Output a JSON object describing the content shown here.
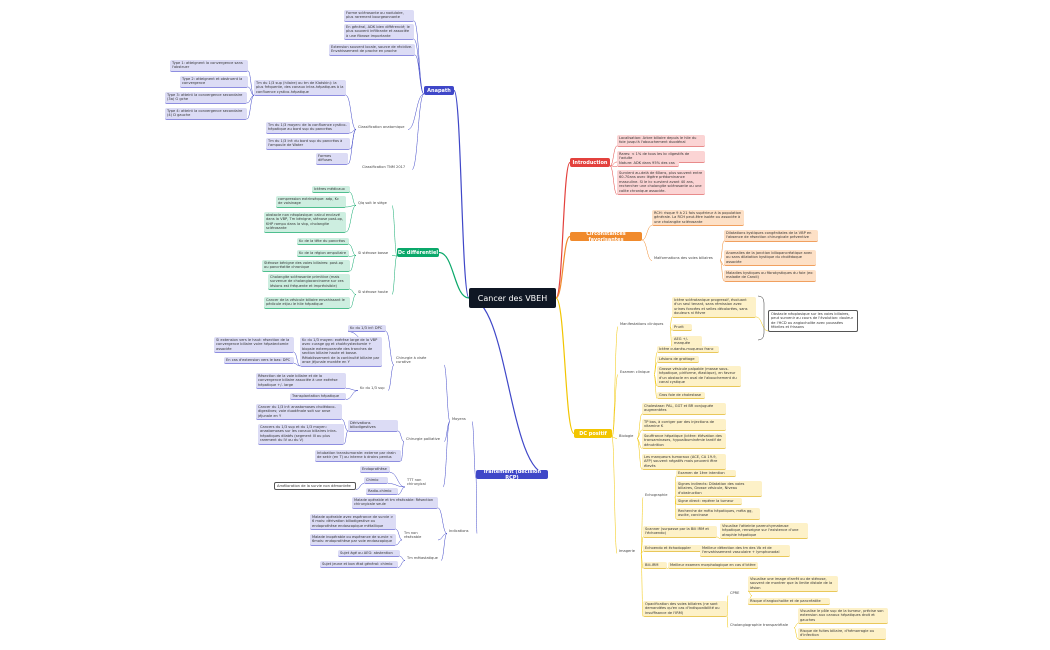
{
  "root": "Cancer des VBEH",
  "colors": {
    "blue": "#3f47c8",
    "green": "#0aa86a",
    "red": "#e3413d",
    "orange": "#f08a2c",
    "yellow": "#f2c500"
  },
  "anapath": {
    "label": "Anapath",
    "items": [
      "Forme sclérosante ou nodulaire, plus rarement bourgeonnante",
      "En général, ADK bien différencié; le plus souvent infiltrante et associée à une fibrose importante",
      "Extension souvent locale, source de récidive. Envahissement de proche en proche",
      "Tm du 1/3 sup (hilaire) ou tm de Klatskin): la plus fréquente, des canaux intra-hépatiques à la confluence cystico-hépatique",
      "Type 1: atteignent la convergence sans l'obstruer",
      "Type 2: atteignent et obstruent la convergence",
      "Type 3: atteint la convergence secondaire (3a) G gche",
      "Type 4: atteint la convergence secondaire (4) D gauche",
      "Classification anatomique",
      "Tm du 1/3 moyen: de la confluence cystico-hépatique au bord sup du pancréas",
      "Tm du 1/3 inf: du bord sup du pancréas à l'ampoule de Water",
      "Formes diffuses",
      "Classification TNM 2017"
    ]
  },
  "dc_diff": {
    "label": "Dc différentiel",
    "items": [
      "Ictères médicaux",
      "Qlq soit le siège",
      "compression extrinsèque: adp, Kc de voisinage",
      "obstacle non néoplasique: calcul enclavé dans la VBP, Tm bénigne, sténose post-op, KHP rompu dans la vbp, cholangite sclérosante",
      "Kc de la tête du pancréas",
      "Si sténose basse",
      "Kc de la région ampullaire",
      "Sténose bénigne des voies biliaires: post-op ou pancréatite chronique",
      "Si sténose haute",
      "Cholangite sclérosante primitive (mais survenue de cholangiocarcinome sur ces lésions est fréquente et imprévisible)",
      "Cancer de la vésicule biliaire envahissant le pédicule et/ou le hile hépatique"
    ]
  },
  "traitement": {
    "label": "Traitement (décision RCP)",
    "items": [
      "Kc du 1/3 inf: DPC",
      "Si extension vers le haut: résection de la convergence biliaire voire hépatectomie associée",
      "Kc du 1/3 moyen: exérèse large de la VBP avec curage gg et cholécystectomie + biopsie extemporanée des tranches de section biliaire haute et basse. Rétablissement de la continuité biliaire par anse jéjunale montée en Y",
      "En cas d'extension vers le bas: DPC",
      "Chirurgie à visée curative",
      "Kc du 1/3 sup",
      "Résection de la voie biliaire et de la convergence biliaire associée à une exérèse hépatique +/- large",
      "Transplantation hépatique",
      "Dérivations biliodigestives",
      "Cancer du 1/3 inf: anastomoses cholédoco-digestives; voie duodénale soit sur anse jéjunale en Y",
      "Cancers du 1/3 sup et du 1/3 moyen: anastomoses sur les canaux biliaires intra-hépatiques dilatés (segment III ou plus rarement du IV ou du V)",
      "Chirurgie palliative",
      "Moyens",
      "Intubation transtumorale: externe par drain de sekir (en T) ou interne à drains perdus",
      "Endoprothèse",
      "Chimio",
      "Amélioration de la survie non démontrée",
      "TTT non chirurgical",
      "Radio-chimio",
      "Malade opérable et tm résécable: Résection chirurgicale seule",
      "Malade opérable avec espérance de survie > 6 mois: dérivation biliodigestive ou endoprothèse endoscopique métallique",
      "Tm non résécable",
      "Indications",
      "Malade inopérable ou espérance de survie < 6mois: endoprothèse par voie endoscopique",
      "Sujet âgé ou AEG: abstention",
      "Tm métastatique",
      "Sujet jeune et bon état général: chimio"
    ]
  },
  "intro": {
    "label": "Introduction",
    "items": [
      "Localisation: Arbre biliaire depuis le hile du foie jusqu'à l'abouchement duodénal",
      "Rares: < 1% de tous les kc digestifs de l'adulte",
      "Nature: ADK dans 95% des cas",
      "Survient au-delà de 60ans, plus souvent entre 60-70ans avec légère prédominance masculine. Si le kc survient avant 40 ans, rechercher une cholangite sclérosante ou une colite chronique associée."
    ]
  },
  "circonstances": {
    "label": "Circonstances favorisantes",
    "items": [
      "RCH: risque 9 à 21 fois supérieur à la population générale. La RCH peut-être isolée ou associée à une cholangite sclérosante",
      "Dilatations kystiques congénitales de la VBP en l'absence de résection chirurgicale préventive",
      "Malformations des voies biliaires",
      "Anomalies de la jonction biliopancréatique avec ou sans dilatation kystique du cholédoque associée",
      "Maladies kystiques ou fibrokystiques du foie (ex: maladie de Caroli)"
    ]
  },
  "dc_positif": {
    "label": "DC positif",
    "items": [
      "Ictère sclérotanique progressif, évoluant d'un seul tenant, sans rémission avec urines foncées et selles décolorées, sans douleurs ni fièvre",
      "Obstacle néoplasique sur les voies biliaires, peut survenir au cours de l'évolution: douleur de l'HCD ou angiocholite avec poussées fébriles et frissons",
      "Manifestations cliniques",
      "Prurit",
      "AEG +/- marquée",
      "Ictère cutanéo-muqueux franc",
      "Lésions de grattage",
      "Examen clinique",
      "Grosse vésicule palpable (masse sous-hépatique, piriforme, élastique), en faveur d'un obstacle en aval de l'abouchement du canal cystique",
      "Gros foie de cholestase",
      "Cholestase: PAL, GGT et BR conjuguée augmentées",
      "TP bas, à corriger par des injections de vitamine K",
      "Biologie",
      "Souffrance hépatique (ictère: élévation des transaminases, hypoalbuminémie tardif de dénutrition",
      "Les marqueurs tumoraux (ACE, CA 19-9, AFP) souvent négatifs mais peuvent être élevés",
      "Examen de 1ère intention",
      "Signes indirects: Dilatation des voies biliaires, Grosse vésicule, Niveau d'obstruction",
      "Echographie",
      "Signe direct: repérer la tumeur",
      "Recherche de méta hépatiques, méta gg, ascite, carcinose",
      "Scanner (surpasse par la Bili IRM et l'échoendo)",
      "Visualise l'atteinte parenchymateuse hépatique, renseigne sur l'existence d'une atrophie hépatique",
      "Imagerie",
      "Echoendo et échodoppler",
      "Meilleur détection des tm des Vb et de l'envahissement vasculaire + lymphonodal",
      "Bili-IRM",
      "Meilleur examen morphologique en cas d'ictère",
      "Visualise une image d'arrêt ou de sténose, souvent de montrer que la limite distale de la lésion",
      "CPRE",
      "Risque d'angiocholite et de pancréatite",
      "Opacification des voies biliaires (ne sont demandées qu'en cas d'indisponibilité ou insuffisance de l'IRM)",
      "Cholangiographie transpariétale",
      "Visualise le pôle sup de la tumeur, précise son extension aux canaux hépatiques droit et gauches",
      "Risque de fuites biliaire, d'hémorragie ou d'infection"
    ]
  }
}
